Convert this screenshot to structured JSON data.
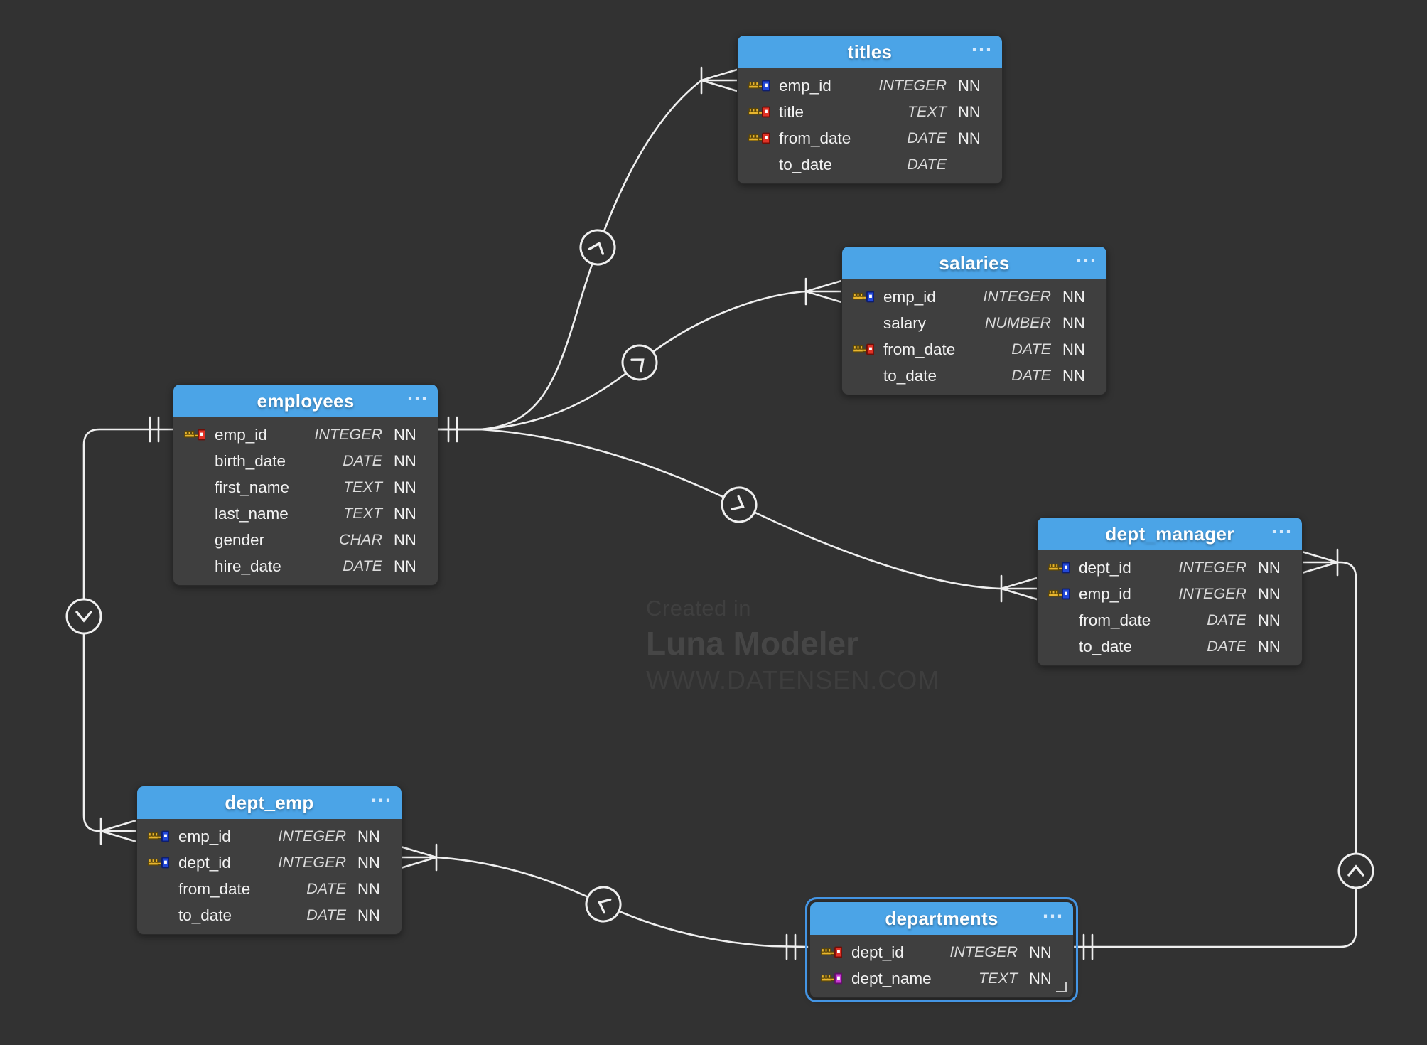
{
  "canvas": {
    "background": "#323232",
    "line_color": "#EFEFEF",
    "header_color": "#4BA4E7",
    "table_body_color": "#3F3F3F",
    "selection_color": "#4495E4"
  },
  "icons": {
    "table_menu": "⋯"
  },
  "key_colors": {
    "pk": "#E03226",
    "pkfk": "#2348D8",
    "ak": "#C93BD4"
  },
  "watermark": {
    "line1": "Created in",
    "line2": "Luna Modeler",
    "line3": "WWW.DATENSEN.COM"
  },
  "tables": [
    {
      "id": "titles",
      "title": "titles",
      "columns": [
        {
          "key": "pkfk",
          "name": "emp_id",
          "type": "INTEGER",
          "not_null": "NN"
        },
        {
          "key": "pk",
          "name": "title",
          "type": "TEXT",
          "not_null": "NN"
        },
        {
          "key": "pk",
          "name": "from_date",
          "type": "DATE",
          "not_null": "NN"
        },
        {
          "key": "",
          "name": "to_date",
          "type": "DATE",
          "not_null": ""
        }
      ]
    },
    {
      "id": "salaries",
      "title": "salaries",
      "columns": [
        {
          "key": "pkfk",
          "name": "emp_id",
          "type": "INTEGER",
          "not_null": "NN"
        },
        {
          "key": "",
          "name": "salary",
          "type": "NUMBER",
          "not_null": "NN"
        },
        {
          "key": "pk",
          "name": "from_date",
          "type": "DATE",
          "not_null": "NN"
        },
        {
          "key": "",
          "name": "to_date",
          "type": "DATE",
          "not_null": "NN"
        }
      ]
    },
    {
      "id": "employees",
      "title": "employees",
      "columns": [
        {
          "key": "pk",
          "name": "emp_id",
          "type": "INTEGER",
          "not_null": "NN"
        },
        {
          "key": "",
          "name": "birth_date",
          "type": "DATE",
          "not_null": "NN"
        },
        {
          "key": "",
          "name": "first_name",
          "type": "TEXT",
          "not_null": "NN"
        },
        {
          "key": "",
          "name": "last_name",
          "type": "TEXT",
          "not_null": "NN"
        },
        {
          "key": "",
          "name": "gender",
          "type": "CHAR",
          "not_null": "NN"
        },
        {
          "key": "",
          "name": "hire_date",
          "type": "DATE",
          "not_null": "NN"
        }
      ]
    },
    {
      "id": "dept_manager",
      "title": "dept_manager",
      "columns": [
        {
          "key": "pkfk",
          "name": "dept_id",
          "type": "INTEGER",
          "not_null": "NN"
        },
        {
          "key": "pkfk",
          "name": "emp_id",
          "type": "INTEGER",
          "not_null": "NN"
        },
        {
          "key": "",
          "name": "from_date",
          "type": "DATE",
          "not_null": "NN"
        },
        {
          "key": "",
          "name": "to_date",
          "type": "DATE",
          "not_null": "NN"
        }
      ]
    },
    {
      "id": "dept_emp",
      "title": "dept_emp",
      "columns": [
        {
          "key": "pkfk",
          "name": "emp_id",
          "type": "INTEGER",
          "not_null": "NN"
        },
        {
          "key": "pkfk",
          "name": "dept_id",
          "type": "INTEGER",
          "not_null": "NN"
        },
        {
          "key": "",
          "name": "from_date",
          "type": "DATE",
          "not_null": "NN"
        },
        {
          "key": "",
          "name": "to_date",
          "type": "DATE",
          "not_null": "NN"
        }
      ]
    },
    {
      "id": "departments",
      "title": "departments",
      "selected": true,
      "columns": [
        {
          "key": "pk",
          "name": "dept_id",
          "type": "INTEGER",
          "not_null": "NN"
        },
        {
          "key": "ak",
          "name": "dept_name",
          "type": "TEXT",
          "not_null": "NN"
        }
      ]
    }
  ],
  "relationships": [
    {
      "id": "employees-titles",
      "parent": "employees",
      "child": "titles",
      "parent_cardinality": "one",
      "child_cardinality": "many"
    },
    {
      "id": "employees-salaries",
      "parent": "employees",
      "child": "salaries",
      "parent_cardinality": "one",
      "child_cardinality": "many"
    },
    {
      "id": "employees-dept_manager",
      "parent": "employees",
      "child": "dept_manager",
      "parent_cardinality": "one",
      "child_cardinality": "many"
    },
    {
      "id": "employees-dept_emp",
      "parent": "employees",
      "child": "dept_emp",
      "parent_cardinality": "one",
      "child_cardinality": "many"
    },
    {
      "id": "departments-dept_emp",
      "parent": "departments",
      "child": "dept_emp",
      "parent_cardinality": "one",
      "child_cardinality": "many"
    },
    {
      "id": "departments-dept_manager",
      "parent": "departments",
      "child": "dept_manager",
      "parent_cardinality": "one",
      "child_cardinality": "many"
    }
  ]
}
